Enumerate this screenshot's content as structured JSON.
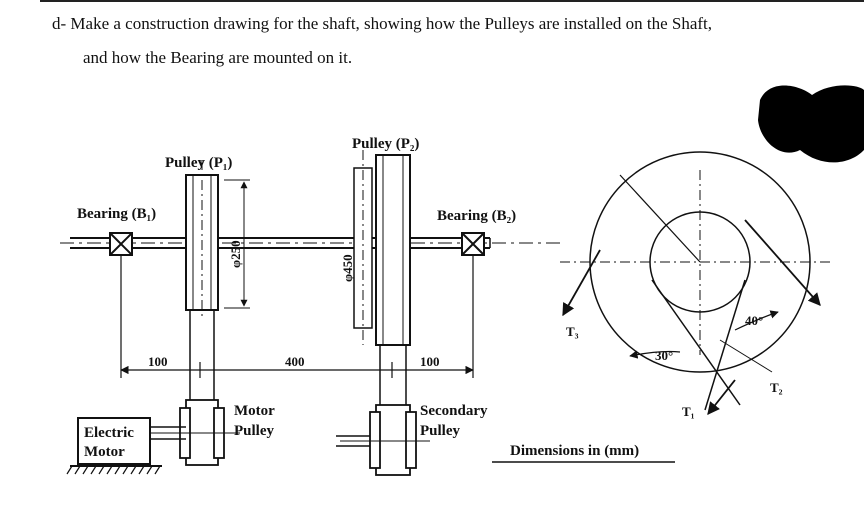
{
  "question": {
    "line1": "d- Make a construction drawing for the shaft, showing how the Pulleys are installed on the Shaft,",
    "line2": "and how the Bearing are mounted on it."
  },
  "labels": {
    "pulley_p1": "Pulley (P₁)",
    "pulley_p2": "Pulley (P₂)",
    "bearing_b1": "Bearing (B₁)",
    "bearing_b2": "Bearing (B₂)",
    "dia_p1": "φ250",
    "dia_p2": "φ450",
    "dim_100_left": "100",
    "dim_400": "400",
    "dim_100_right": "100",
    "motor_pulley_1": "Motor",
    "motor_pulley_2": "Pulley",
    "secondary_pulley_1": "Secondary",
    "secondary_pulley_2": "Pulley",
    "electric_motor_1": "Electric",
    "electric_motor_2": "Motor",
    "t1": "T₁",
    "t2": "T₂",
    "t3": "T₃",
    "angle_30": "30°",
    "angle_40": "40°",
    "dimensions_note": "Dimensions in (mm)"
  },
  "colors": {
    "ink": "#111111",
    "redaction": "#000000"
  }
}
